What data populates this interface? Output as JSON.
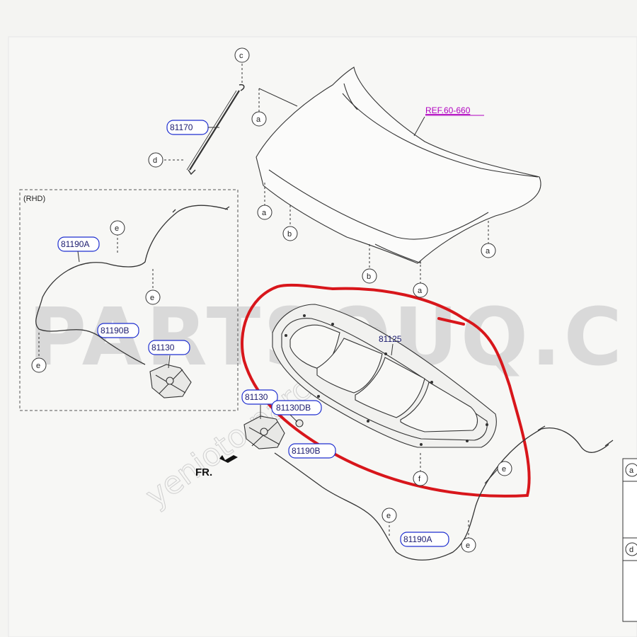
{
  "watermark": {
    "main": "PARTSOUQ.C",
    "site": "yenioto parca.com"
  },
  "rhd_box": {
    "label": "(RHD)"
  },
  "parts": {
    "p81170": "81170",
    "p81190A_top": "81190A",
    "p81190B_top": "81190B",
    "p81130_top": "81130",
    "p81125": "81125",
    "p81130_main": "81130",
    "p81130DB": "81130DB",
    "p81190B_main": "81190B",
    "p81190A_main": "81190A",
    "ref": "REF.60-660"
  },
  "callouts": {
    "c": "c",
    "d": "d",
    "a": "a",
    "b": "b",
    "e": "e",
    "f": "f"
  },
  "fr_label": "FR.",
  "side_table": {
    "row1": "a",
    "row2": "d"
  },
  "colors": {
    "highlight": "#d8161b",
    "part_box": "#1f2fd0",
    "ref": "#b000c0"
  }
}
